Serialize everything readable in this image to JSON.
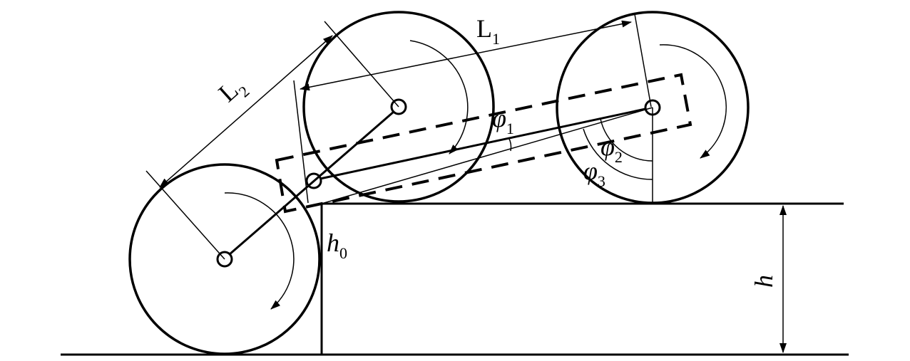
{
  "labels": {
    "L1": {
      "base": "L",
      "sub": "1"
    },
    "L2": {
      "base": "L",
      "sub": "2"
    },
    "phi1": {
      "base": "φ",
      "sub": "1"
    },
    "phi2": {
      "base": "φ",
      "sub": "2"
    },
    "phi3": {
      "base": "φ",
      "sub": "3"
    },
    "h0": {
      "base": "h",
      "sub": "0"
    },
    "h": {
      "base": "h"
    }
  },
  "colors": {
    "stroke": "#000000",
    "background": "#ffffff"
  }
}
